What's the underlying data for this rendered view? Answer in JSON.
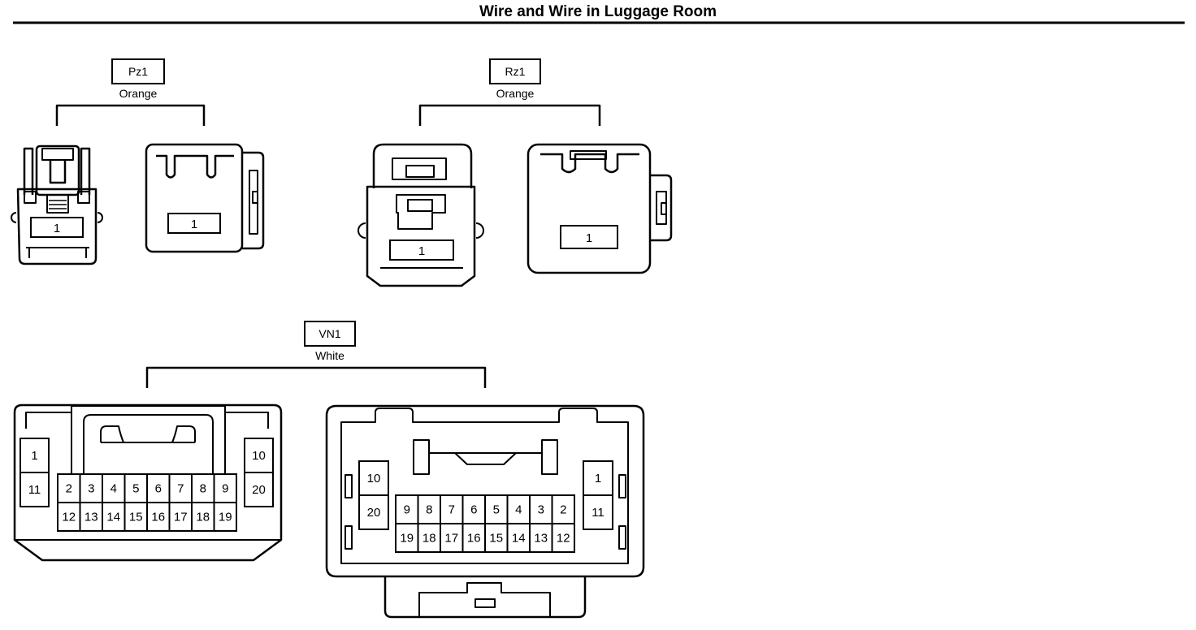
{
  "title": "Wire and Wire in Luggage Room",
  "connectors": {
    "pz1": {
      "code": "Pz1",
      "color": "Orange",
      "left_pins": [
        "1"
      ],
      "right_pins": [
        "1"
      ]
    },
    "rz1": {
      "code": "Rz1",
      "color": "Orange",
      "left_pins": [
        "1"
      ],
      "right_pins": [
        "1"
      ]
    },
    "vn1": {
      "code": "VN1",
      "color": "White",
      "left": {
        "side_left": [
          "1",
          "11"
        ],
        "top_row": [
          "2",
          "3",
          "4",
          "5",
          "6",
          "7",
          "8",
          "9"
        ],
        "bottom_row": [
          "12",
          "13",
          "14",
          "15",
          "16",
          "17",
          "18",
          "19"
        ],
        "side_right": [
          "10",
          "20"
        ]
      },
      "right": {
        "side_left": [
          "10",
          "20"
        ],
        "top_row": [
          "9",
          "8",
          "7",
          "6",
          "5",
          "4",
          "3",
          "2"
        ],
        "bottom_row": [
          "19",
          "18",
          "17",
          "16",
          "15",
          "14",
          "13",
          "12"
        ],
        "side_right": [
          "1",
          "11"
        ]
      }
    }
  }
}
